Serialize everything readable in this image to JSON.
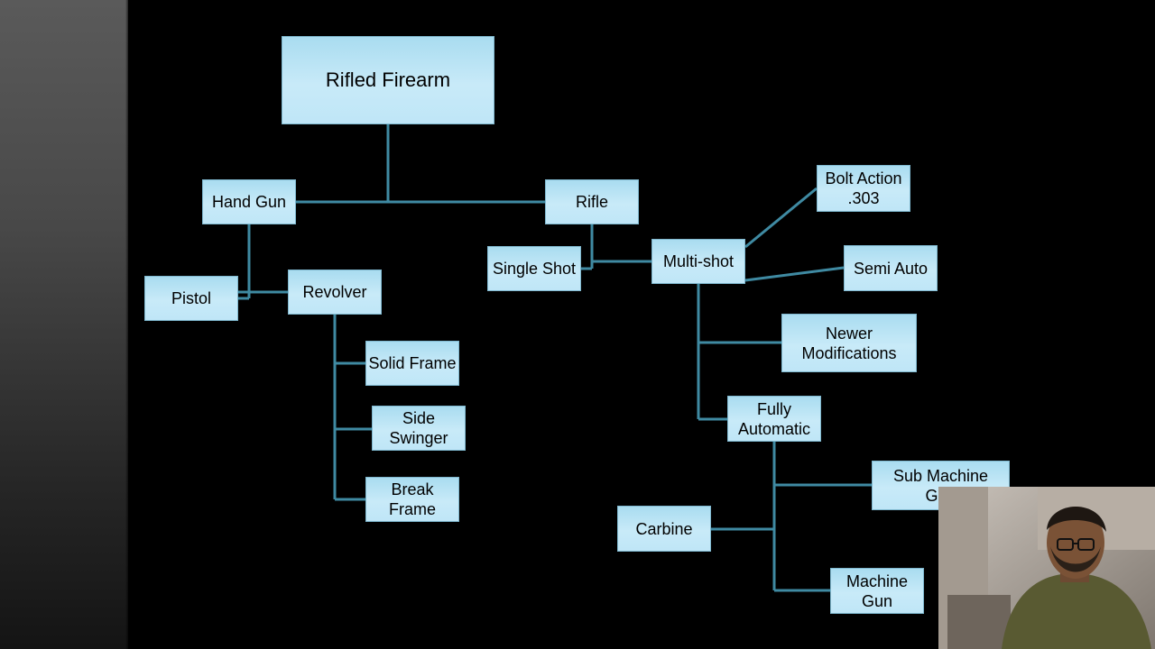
{
  "diagram": {
    "nodes": [
      {
        "id": "rifled-firearm",
        "label": "Rifled Firearm"
      },
      {
        "id": "hand-gun",
        "label": "Hand Gun"
      },
      {
        "id": "rifle",
        "label": "Rifle"
      },
      {
        "id": "pistol",
        "label": "Pistol"
      },
      {
        "id": "revolver",
        "label": "Revolver"
      },
      {
        "id": "solid-frame",
        "label": "Solid Frame"
      },
      {
        "id": "side-swinger",
        "label": "Side\nSwinger"
      },
      {
        "id": "break-frame",
        "label": "Break\nFrame"
      },
      {
        "id": "single-shot",
        "label": "Single Shot"
      },
      {
        "id": "multi-shot",
        "label": "Multi-shot"
      },
      {
        "id": "bolt-action",
        "label": "Bolt Action\n.303"
      },
      {
        "id": "semi-auto",
        "label": "Semi Auto"
      },
      {
        "id": "newer-modifications",
        "label": "Newer\nModifications"
      },
      {
        "id": "fully-automatic",
        "label": "Fully\nAutomatic"
      },
      {
        "id": "sub-machine-gun",
        "label": "Sub Machine\nGun"
      },
      {
        "id": "carbine",
        "label": "Carbine"
      },
      {
        "id": "machine-gun",
        "label": "Machine\nGun"
      }
    ],
    "edges": [
      [
        "rifled-firearm",
        "hand-gun"
      ],
      [
        "rifled-firearm",
        "rifle"
      ],
      [
        "hand-gun",
        "pistol"
      ],
      [
        "hand-gun",
        "revolver"
      ],
      [
        "revolver",
        "solid-frame"
      ],
      [
        "revolver",
        "side-swinger"
      ],
      [
        "revolver",
        "break-frame"
      ],
      [
        "rifle",
        "single-shot"
      ],
      [
        "rifle",
        "multi-shot"
      ],
      [
        "multi-shot",
        "bolt-action"
      ],
      [
        "multi-shot",
        "semi-auto"
      ],
      [
        "multi-shot",
        "newer-modifications"
      ],
      [
        "multi-shot",
        "fully-automatic"
      ],
      [
        "fully-automatic",
        "sub-machine-gun"
      ],
      [
        "fully-automatic",
        "carbine"
      ],
      [
        "fully-automatic",
        "machine-gun"
      ]
    ]
  },
  "colors": {
    "connector": "#3f8aa2",
    "node_fill": "#c4e8f7",
    "node_border": "#7fb8cf",
    "background": "#000000"
  },
  "overlay": {
    "type": "webcam-feed",
    "icon": "person-icon"
  }
}
